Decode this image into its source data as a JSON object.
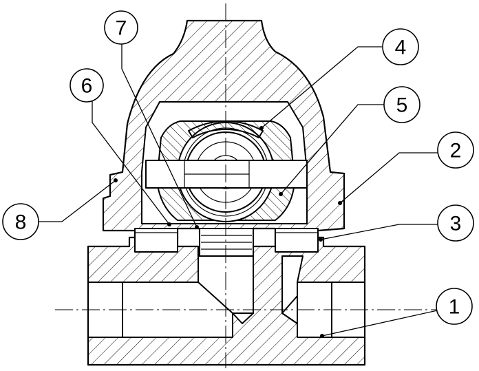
{
  "balloons": [
    {
      "id": "1",
      "label": "1"
    },
    {
      "id": "2",
      "label": "2"
    },
    {
      "id": "3",
      "label": "3"
    },
    {
      "id": "4",
      "label": "4"
    },
    {
      "id": "5",
      "label": "5"
    },
    {
      "id": "6",
      "label": "6"
    },
    {
      "id": "7",
      "label": "7"
    },
    {
      "id": "8",
      "label": "8"
    }
  ]
}
